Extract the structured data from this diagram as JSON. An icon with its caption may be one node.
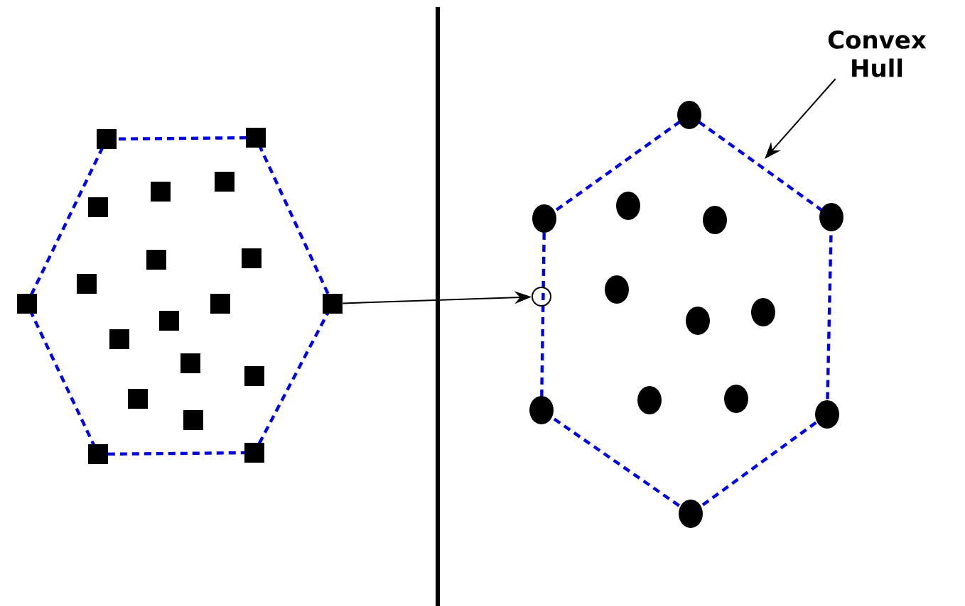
{
  "diagram": {
    "nodes": [
      {
        "text": [
          "Convex Hull"
        ]
      },
      {
        "text": [],
        "shape": "box"
      },
      {
        "text": [],
        "shape": "circle"
      }
    ],
    "edges": [
      {
        "from": 0,
        "to": null,
        "arrow": "to"
      },
      {
        "from": 1,
        "to": 2,
        "arrow": "to"
      }
    ]
  }
}
